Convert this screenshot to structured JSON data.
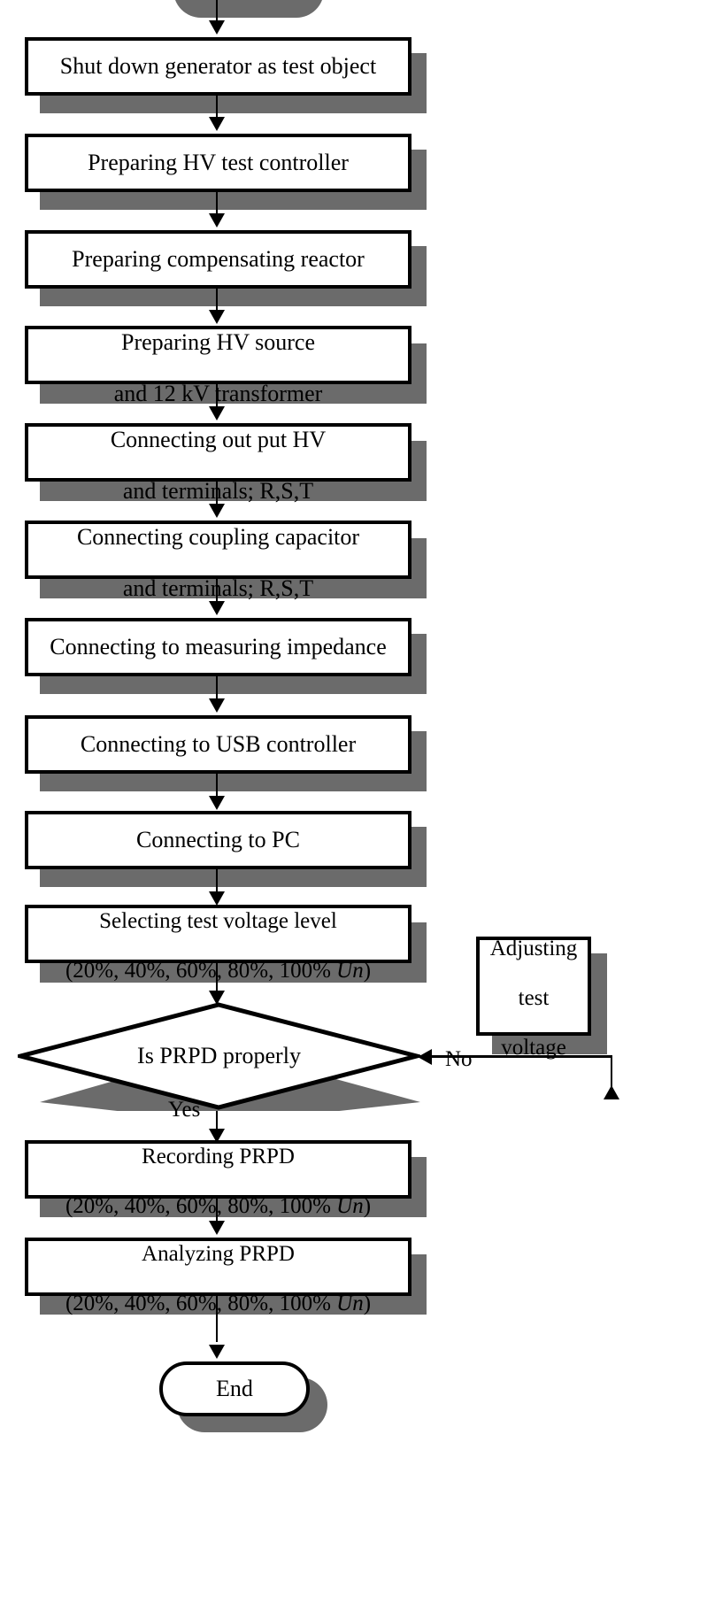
{
  "diagram": {
    "title": "Partial discharge test procedure flowchart",
    "colors": {
      "stroke": "#000000",
      "fill": "#ffffff",
      "shadow": "#6b6b6b"
    },
    "nodes": {
      "shutdown": {
        "label": "Shut down generator as test object"
      },
      "hv_controller": {
        "label": "Preparing HV test controller"
      },
      "reactor": {
        "label": "Preparing compensating reactor"
      },
      "hv_source": {
        "line1": "Preparing HV source",
        "line2": "and 12 kV transformer"
      },
      "out_put_hv": {
        "line1": "Connecting out put HV",
        "line2": "and terminals; R,S,T"
      },
      "coupling_cap": {
        "line1": "Connecting coupling capacitor",
        "line2": "and terminals; R,S,T"
      },
      "impedance": {
        "label": "Connecting to measuring impedance"
      },
      "usb": {
        "label": "Connecting to USB controller"
      },
      "pc": {
        "label": "Connecting to PC"
      },
      "select_voltage": {
        "line1": "Selecting test voltage level",
        "line2_pre": "(20%, 40%, 60%, 80%, 100% ",
        "line2_italic": "Un",
        "line2_post": ")"
      },
      "decision": {
        "label": "Is PRPD properly"
      },
      "adjusting": {
        "line1": "Adjusting",
        "line2": "test",
        "line3": "voltage"
      },
      "recording": {
        "line1": "Recording PRPD",
        "line2_pre": "(20%, 40%, 60%, 80%, 100% ",
        "line2_italic": "Un",
        "line2_post": ")"
      },
      "analyzing": {
        "line1": "Analyzing PRPD",
        "line2_pre": "(20%, 40%, 60%, 80%, 100% ",
        "line2_italic": "Un",
        "line2_post": ")"
      },
      "end": {
        "label": "End"
      }
    },
    "edges": {
      "yes_label": "Yes",
      "no_label": "No"
    }
  }
}
